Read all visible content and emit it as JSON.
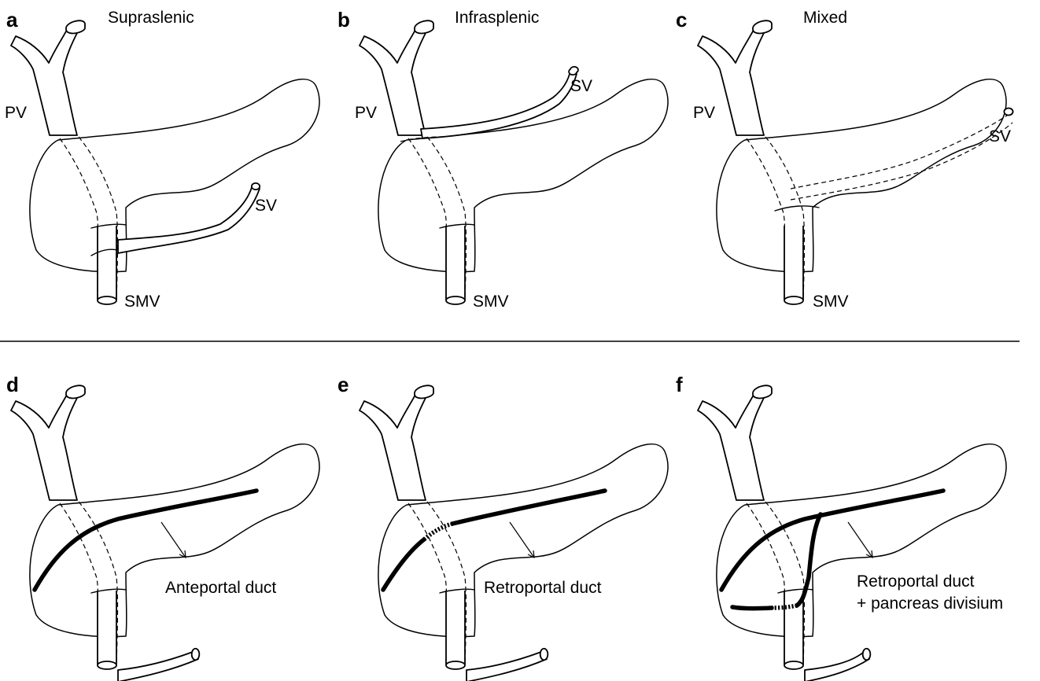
{
  "separator": true,
  "panels": [
    {
      "letter": "a",
      "title": "Supraslenic",
      "labels": {
        "pv": "PV",
        "sv": "SV",
        "smv": "SMV"
      }
    },
    {
      "letter": "b",
      "title": "Infrasplenic",
      "labels": {
        "pv": "PV",
        "sv": "SV",
        "smv": "SMV"
      }
    },
    {
      "letter": "c",
      "title": "Mixed",
      "labels": {
        "pv": "PV",
        "sv": "SV",
        "smv": "SMV"
      }
    },
    {
      "letter": "d",
      "duct_label": [
        "Anteportal duct"
      ]
    },
    {
      "letter": "e",
      "duct_label": [
        "Retroportal duct"
      ]
    },
    {
      "letter": "f",
      "duct_label": [
        "Retroportal duct",
        "+ pancreas divisium"
      ]
    }
  ]
}
